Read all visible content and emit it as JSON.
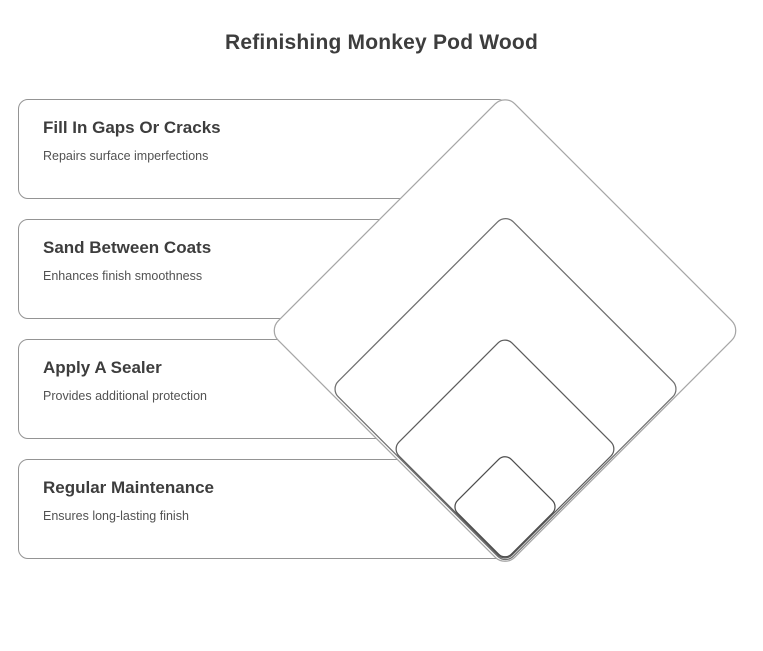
{
  "title": "Refinishing Monkey Pod Wood",
  "steps": [
    {
      "label": "Fill In Gaps Or Cracks",
      "description": "Repairs surface imperfections"
    },
    {
      "label": "Sand Between Coats",
      "description": "Enhances finish smoothness"
    },
    {
      "label": "Apply A Sealer",
      "description": "Provides additional protection"
    },
    {
      "label": "Regular Maintenance",
      "description": "Ensures long-lasting finish"
    }
  ],
  "colors": {
    "background": "#ffffff",
    "card_border": "#949494",
    "heading_text": "#3d3d3d",
    "description_text": "#525252",
    "diamond_strokes": [
      "#a6a6a6",
      "#707070",
      "#5d5d5d",
      "#4d4d4d"
    ]
  }
}
